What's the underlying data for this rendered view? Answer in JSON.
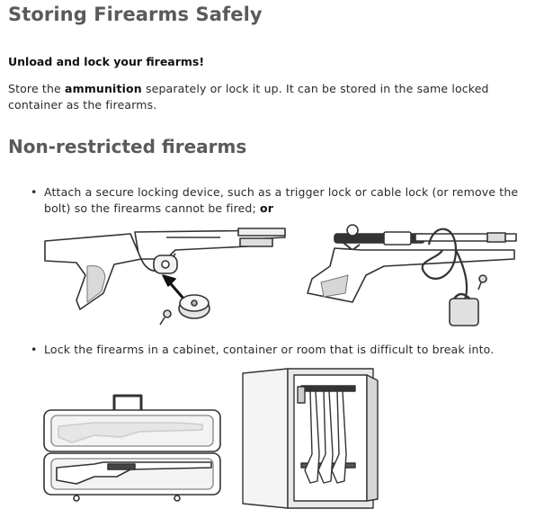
{
  "title": "Storing Firearms Safely",
  "subheading": "Unload and lock your firearms!",
  "paragraph": {
    "before": "Store the ",
    "bold": "ammunition",
    "after": " separately or lock it up. It can be stored in the same locked container as the firearms."
  },
  "section_title": "Non-restricted firearms",
  "bullets": [
    {
      "text": "Attach a secure locking device, such as a trigger lock or cable lock (or remove the bolt) so the firearms cannot be fired; ",
      "bold": "or"
    },
    {
      "text": "Lock the firearms in a cabinet, container or room that is difficult to break into."
    }
  ],
  "bullet_glyph": "•",
  "illustrations": [
    {
      "name": "trigger-lock-illustration"
    },
    {
      "name": "cable-lock-illustration"
    },
    {
      "name": "locked-case-illustration"
    },
    {
      "name": "gun-cabinet-illustration"
    }
  ]
}
